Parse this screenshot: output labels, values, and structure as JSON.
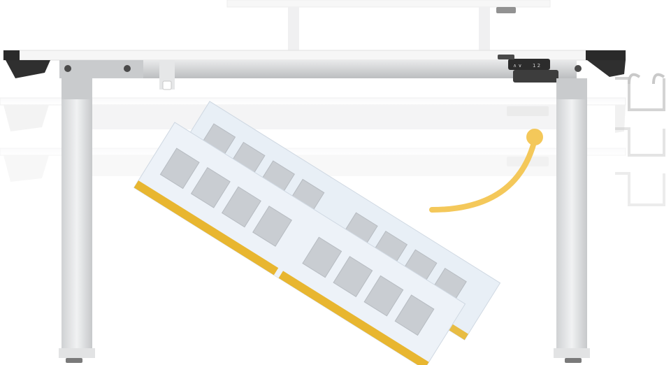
{
  "scene": {
    "subject": "height-adjustable-desk-memory-illustration",
    "colors": {
      "background": "#ffffff",
      "frame": "#d9dadb",
      "frame_dark": "#bfc1c3",
      "desktop_edge": "#2a2a2a",
      "memory_board": "#e8eff6",
      "memory_chip": "#c9cdd2",
      "gold_contacts": "#e8b630",
      "memory_curve": "#f4c85a"
    },
    "controller": {
      "arrows_label": "∧ ∨",
      "presets_label": "1 2"
    },
    "memory_positions": 3
  }
}
